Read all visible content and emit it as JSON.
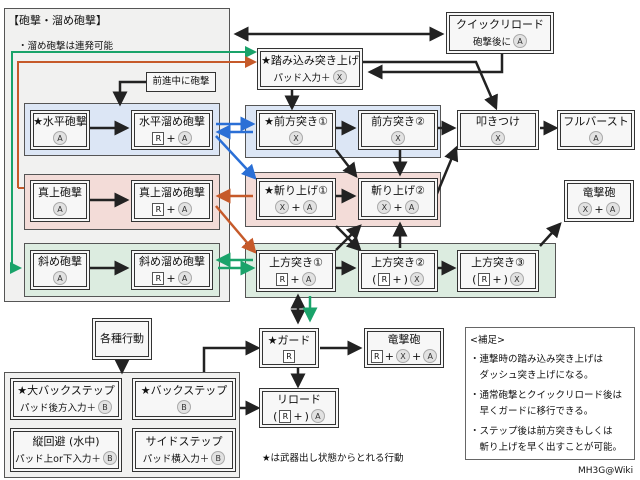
{
  "colors": {
    "blue": "#dce6f5",
    "red": "#f3dcd8",
    "green": "#dcece0",
    "grey": "#f1f1f0",
    "arrow_black": "#222222",
    "arrow_blue": "#2a6fd6",
    "arrow_red": "#c65a2a",
    "arrow_green": "#1aa36a"
  },
  "buttons": {
    "A": "A",
    "X": "X",
    "B": "B",
    "R": "R",
    "plus": "+"
  },
  "header": {
    "title": "【砲撃・溜め砲撃】",
    "note": "・溜め砲撃は連発可能"
  },
  "quick_reload": {
    "label": "クイックリロード",
    "sub": "砲撃後に"
  },
  "step_thrust": {
    "label": "★踏み込み突き上げ",
    "sub": "パッド入力＋"
  },
  "moving_fire": {
    "label": "前進中に砲撃"
  },
  "horizontal": {
    "shot": "★水平砲撃",
    "charge": "水平溜め砲撃"
  },
  "upward": {
    "shot": "真上砲撃",
    "charge": "真上溜め砲撃"
  },
  "diagonal": {
    "shot": "斜め砲撃",
    "charge": "斜め溜め砲撃"
  },
  "forward1": {
    "label": "★前方突き①"
  },
  "forward2": {
    "label": "前方突き②"
  },
  "slam": {
    "label": "叩きつけ"
  },
  "full_burst": {
    "label": "フルバースト"
  },
  "slash1": {
    "label": "★斬り上げ①"
  },
  "slash2": {
    "label": "斬り上げ②"
  },
  "wyvern_fire": {
    "label": "竜撃砲"
  },
  "upthrust1": {
    "label": "上方突き①"
  },
  "upthrust2": {
    "label": "上方突き②"
  },
  "upthrust3": {
    "label": "上方突き③"
  },
  "paren_open": "(",
  "paren_close": ")",
  "guard": {
    "label": "★ガード"
  },
  "guard_wyvern": {
    "label": "竜撃砲"
  },
  "reload": {
    "label": "リロード"
  },
  "misc": {
    "label": "各種行動"
  },
  "big_backstep": {
    "label": "★大バックステップ",
    "sub": "パッド後方入力＋"
  },
  "backstep": {
    "label": "★バックステップ"
  },
  "vertical_dodge": {
    "label": "縦回避 (水中)",
    "sub": "パッド上or下入力＋"
  },
  "side_step": {
    "label": "サイドステップ",
    "sub": "パッド横入力＋"
  },
  "footnote": "★は武器出し状態からとれる行動",
  "supplement": {
    "title": "<補足>",
    "lines": [
      "・連撃時の踏み込み突き上げは",
      "　ダッシュ突き上げになる。",
      "・通常砲撃とクイックリロード後は",
      "　早くガードに移行できる。",
      "・ステップ後は前方突きもしくは",
      "　斬り上げを早く出すことが可能。"
    ]
  },
  "credit": "MH3G@Wiki"
}
